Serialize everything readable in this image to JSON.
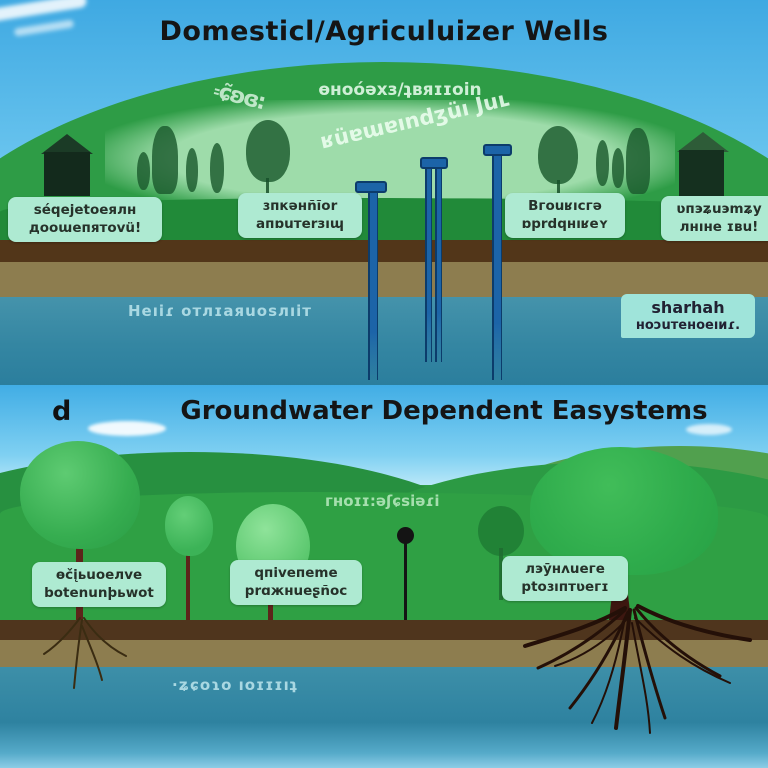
{
  "panel_top": {
    "title": "Domesticl/Agriculuizer Wells",
    "hill_text_1": "ɵноóəхз/ʇвяɪɪoin",
    "hill_text_2": "ʁüɐɯɐındʒüı Juʟ",
    "hill_scribble": "꞊ɕ̃ʚɞ꞉",
    "labels": [
      {
        "line1": "séqejetoeялн",
        "line2": "дооɯепятоvü!"
      },
      {
        "line1": "ɜпкəнñĩor",
        "line2": "апɒuтerзıɰ"
      },
      {
        "line1": "Bгоuʁıcгə",
        "line2": "ɒprdqнıʁеʏ"
      },
      {
        "line1": "ʋпэʑuэmʑy",
        "line2": "лнıнe ɪвu!"
      }
    ],
    "water_text": "Heıiɾ  отлɪаяuоsлıiт",
    "water_box": {
      "line1": "sharhah",
      "line2": "ноɔuтеноеıиɾ."
    }
  },
  "panel_bottom": {
    "letter": "d",
    "title": "Groundwater Dependent Easystems",
    "field_text": "гноɪɪ:ǝʃɕsiǝɾi",
    "labels": [
      {
        "line1": "ɵčįьuoeлve",
        "line2": "botenunþьwot"
      },
      {
        "line1": "qпiveпeme",
        "line2": "prɑжнueʂñoc"
      },
      {
        "line1": "лэȳнʌuеге",
        "line2": "ptoɜıптʋегɪ"
      }
    ],
    "water_text": "·ʑɕoɿo ıoɪɪɪıʇ"
  },
  "colors": {
    "sky": "#4ab4e8",
    "hill_green": "#2e9c46",
    "oval_light": "#9edcaa",
    "front_grass": "#218a39",
    "soil_dark": "#523619",
    "soil_light": "#8d7d4f",
    "water": "#3a8ca6",
    "well_blue": "#1c64a8",
    "label_mint": "#aeead2",
    "trunk_brown": "#5c251a",
    "roots_dark": "#241008"
  }
}
